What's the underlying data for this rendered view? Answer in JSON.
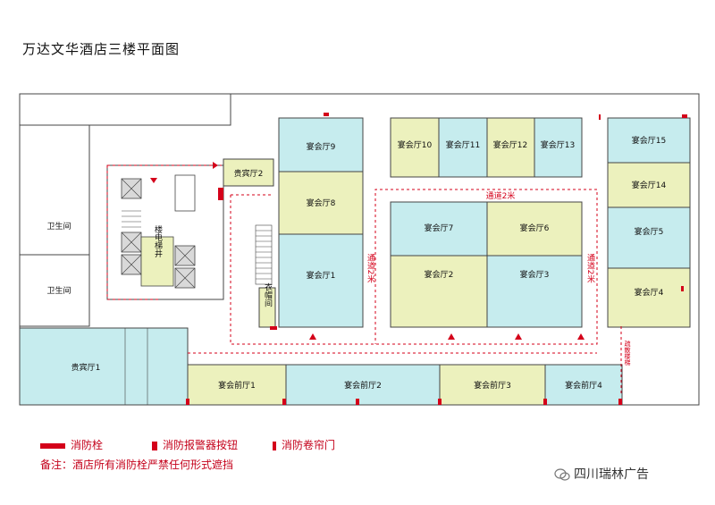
{
  "title": "万达文华酒店三楼平面图",
  "rooms": {
    "b1": "宴会厅1",
    "b2": "宴会厅2",
    "b3": "宴会厅3",
    "b4": "宴会厅4",
    "b5": "宴会厅5",
    "b6": "宴会厅6",
    "b7": "宴会厅7",
    "b8": "宴会厅8",
    "b9": "宴会厅9",
    "b10": "宴会厅10",
    "b11": "宴会厅11",
    "b12": "宴会厅12",
    "b13": "宴会厅13",
    "b14": "宴会厅14",
    "b15": "宴会厅15",
    "vip1": "贵宾厅1",
    "vip2": "贵宾厅2",
    "pre1": "宴会前厅1",
    "pre2": "宴会前厅2",
    "pre3": "宴会前厅3",
    "pre4": "宴会前厅4",
    "wc1": "卫生间",
    "wc2": "卫生间",
    "cloak": "衣帽间",
    "elevator": "楼电梯井"
  },
  "corridors": {
    "top": "通道2米",
    "left": "通道2米",
    "right": "通道2米"
  },
  "fire_exit": "疏散楼梯",
  "legend": {
    "hydrant": "消防栓",
    "alarm_button": "消防报警器按钮",
    "shutter": "消防卷帘门"
  },
  "note": "备注：酒店所有消防栓严禁任何形式遮挡",
  "watermark": "四川瑞林广告",
  "colors": {
    "cyan": "#c6ecee",
    "yellow": "#ecf1bd",
    "red": "#d4001a",
    "line": "#444444"
  }
}
